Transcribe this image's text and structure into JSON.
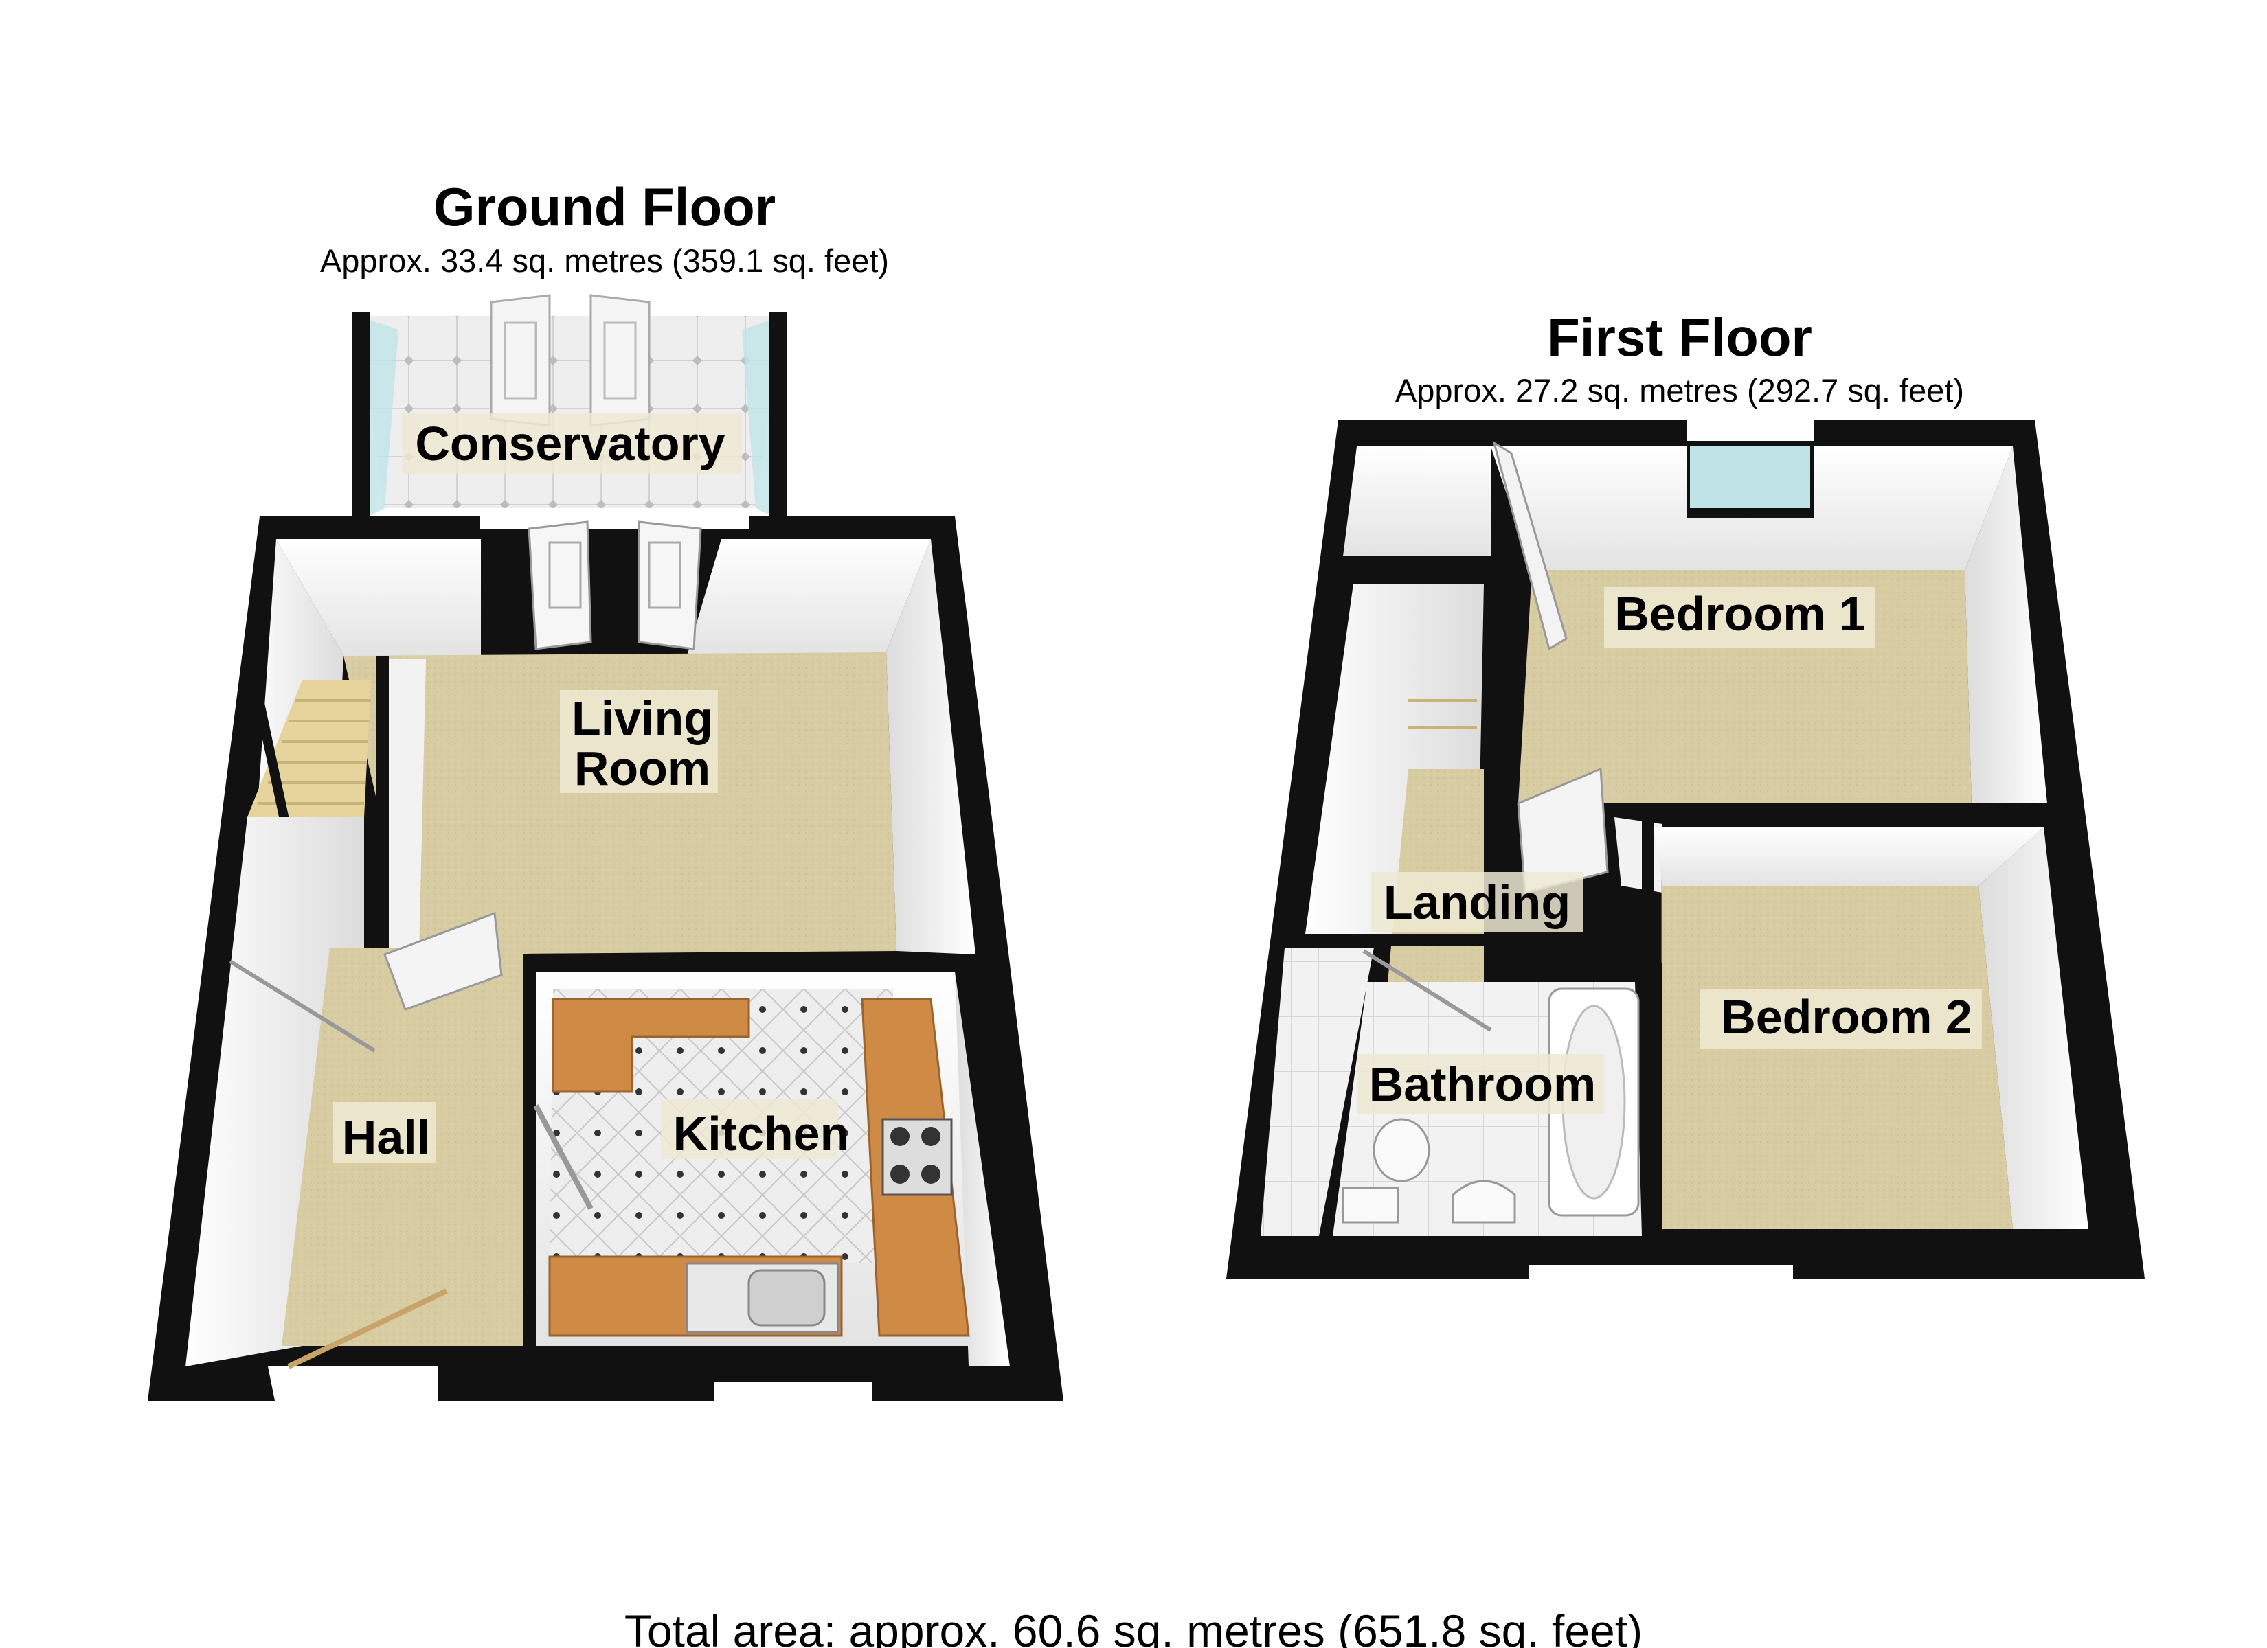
{
  "ground_floor": {
    "title": "Ground Floor",
    "area": "Approx. 33.4 sq. metres (359.1 sq. feet)",
    "rooms": {
      "conservatory": "Conservatory",
      "living_room_line1": "Living",
      "living_room_line2": "Room",
      "hall": "Hall",
      "kitchen": "Kitchen"
    }
  },
  "first_floor": {
    "title": "First Floor",
    "area": "Approx. 27.2 sq. metres (292.7 sq. feet)",
    "rooms": {
      "bedroom1": "Bedroom 1",
      "landing": "Landing",
      "bathroom": "Bathroom",
      "bedroom2": "Bedroom 2"
    }
  },
  "total_area": "Total area: approx. 60.6 sq. metres (651.8 sq. feet)",
  "colors": {
    "carpet": "#d8cca3",
    "wall": "#000000",
    "wall_face": "#f4f4f4",
    "worktop": "#cf8a45",
    "tile_floor": "#e9e9e9",
    "glass": "#bfe3e6"
  }
}
